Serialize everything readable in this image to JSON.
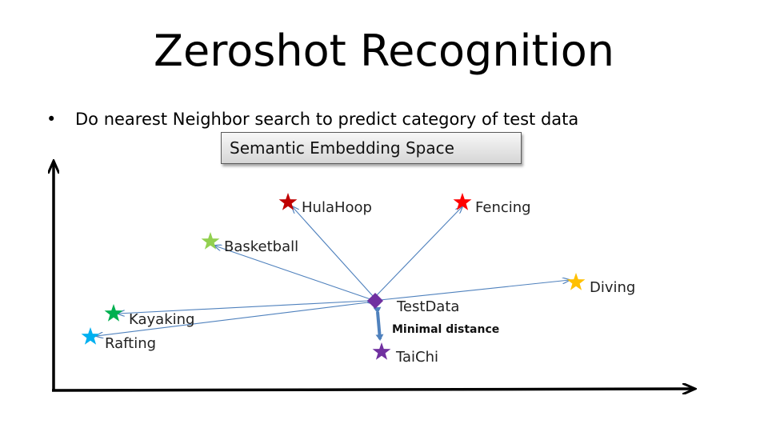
{
  "title": "Zeroshot Recognition",
  "bullet": {
    "marker": "•",
    "text": "Do nearest Neighbor search to predict category of test data"
  },
  "embedding_box": {
    "label": "Semantic Embedding Space"
  },
  "nodes": {
    "hulahoop": {
      "label": "HulaHoop",
      "color": "#c00000"
    },
    "fencing": {
      "label": "Fencing",
      "color": "#ff0000"
    },
    "basketball": {
      "label": "Basketball",
      "color": "#92d050"
    },
    "diving": {
      "label": "Diving",
      "color": "#ffc000"
    },
    "kayaking": {
      "label": "Kayaking",
      "color": "#00b050"
    },
    "rafting": {
      "label": "Rafting",
      "color": "#00b0f0"
    },
    "taichi": {
      "label": "TaiChi",
      "color": "#7030a0"
    },
    "testdata": {
      "label": "TestData",
      "color": "#7030a0"
    }
  },
  "distance_label": "Minimal distance",
  "colors": {
    "arrow": "#4f81bd",
    "axis": "#000000"
  }
}
